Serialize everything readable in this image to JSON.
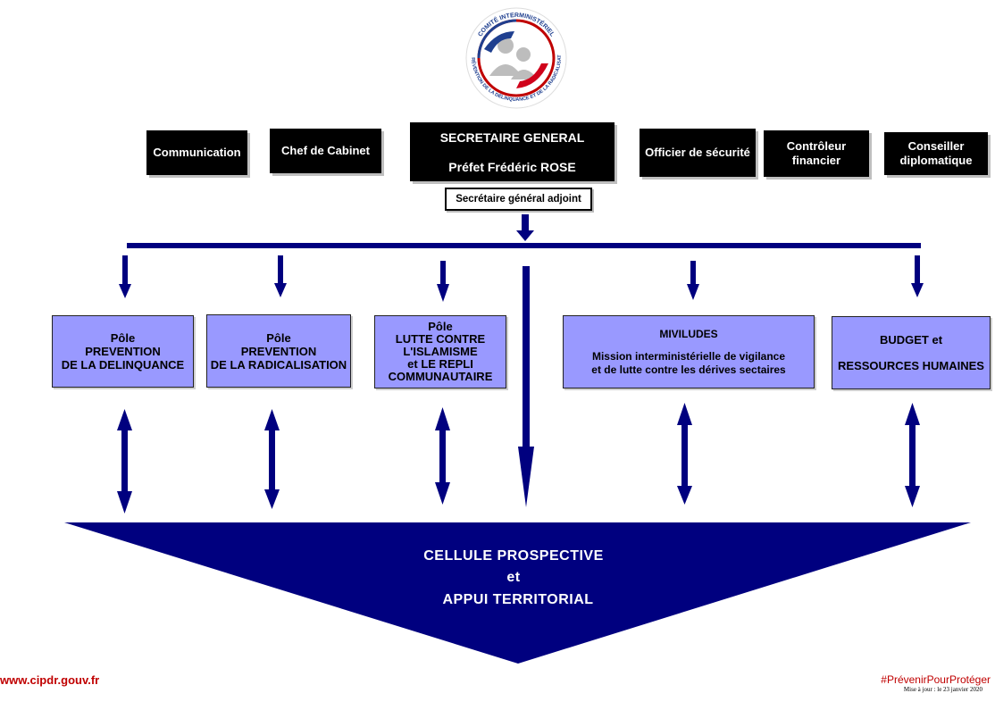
{
  "logo": {
    "text_top": "COMITÉ INTERMINISTÉRIEL",
    "text_bottom": "DE PRÉVENTION DE LA DÉLINQUANCE ET DE LA RADICALISATION"
  },
  "top_row": {
    "communication": "Communication",
    "chef_cabinet": "Chef de Cabinet",
    "secretaire_general": {
      "title": "SECRETAIRE GENERAL",
      "name": "Préfet Frédéric ROSE"
    },
    "officier_securite": "Officier de sécurité",
    "controleur": {
      "line1": "Contrôleur",
      "line2": "financier"
    },
    "conseiller": {
      "line1": "Conseiller",
      "line2": "diplomatique"
    }
  },
  "adjoint": "Secrétaire général adjoint",
  "poles": [
    {
      "lines": [
        "Pôle",
        "PREVENTION",
        "DE LA DELINQUANCE"
      ]
    },
    {
      "lines": [
        "Pôle",
        "PREVENTION",
        "DE LA RADICALISATION"
      ]
    },
    {
      "lines": [
        "Pôle",
        "LUTTE CONTRE",
        "L'ISLAMISME",
        "et LE REPLI",
        "COMMUNAUTAIRE"
      ]
    },
    {
      "lines": [
        "MIVILUDES",
        "",
        "Mission interministérielle de vigilance",
        "et de lutte contre les dérives sectaires"
      ]
    },
    {
      "lines": [
        "BUDGET et",
        "",
        "RESSOURCES HUMAINES"
      ]
    }
  ],
  "cellule": {
    "line1": "CELLULE PROSPECTIVE",
    "line2": "et",
    "line3": "APPUI TERRITORIAL"
  },
  "footer": {
    "url": "www.cipdr.gouv.fr",
    "hashtag": "#PrévenirPourProtéger",
    "update": "Mise à jour : le 23 janvier 2020"
  },
  "colors": {
    "navy": "#00007f",
    "pole_fill": "#9999ff",
    "brand_red": "#c00000"
  }
}
